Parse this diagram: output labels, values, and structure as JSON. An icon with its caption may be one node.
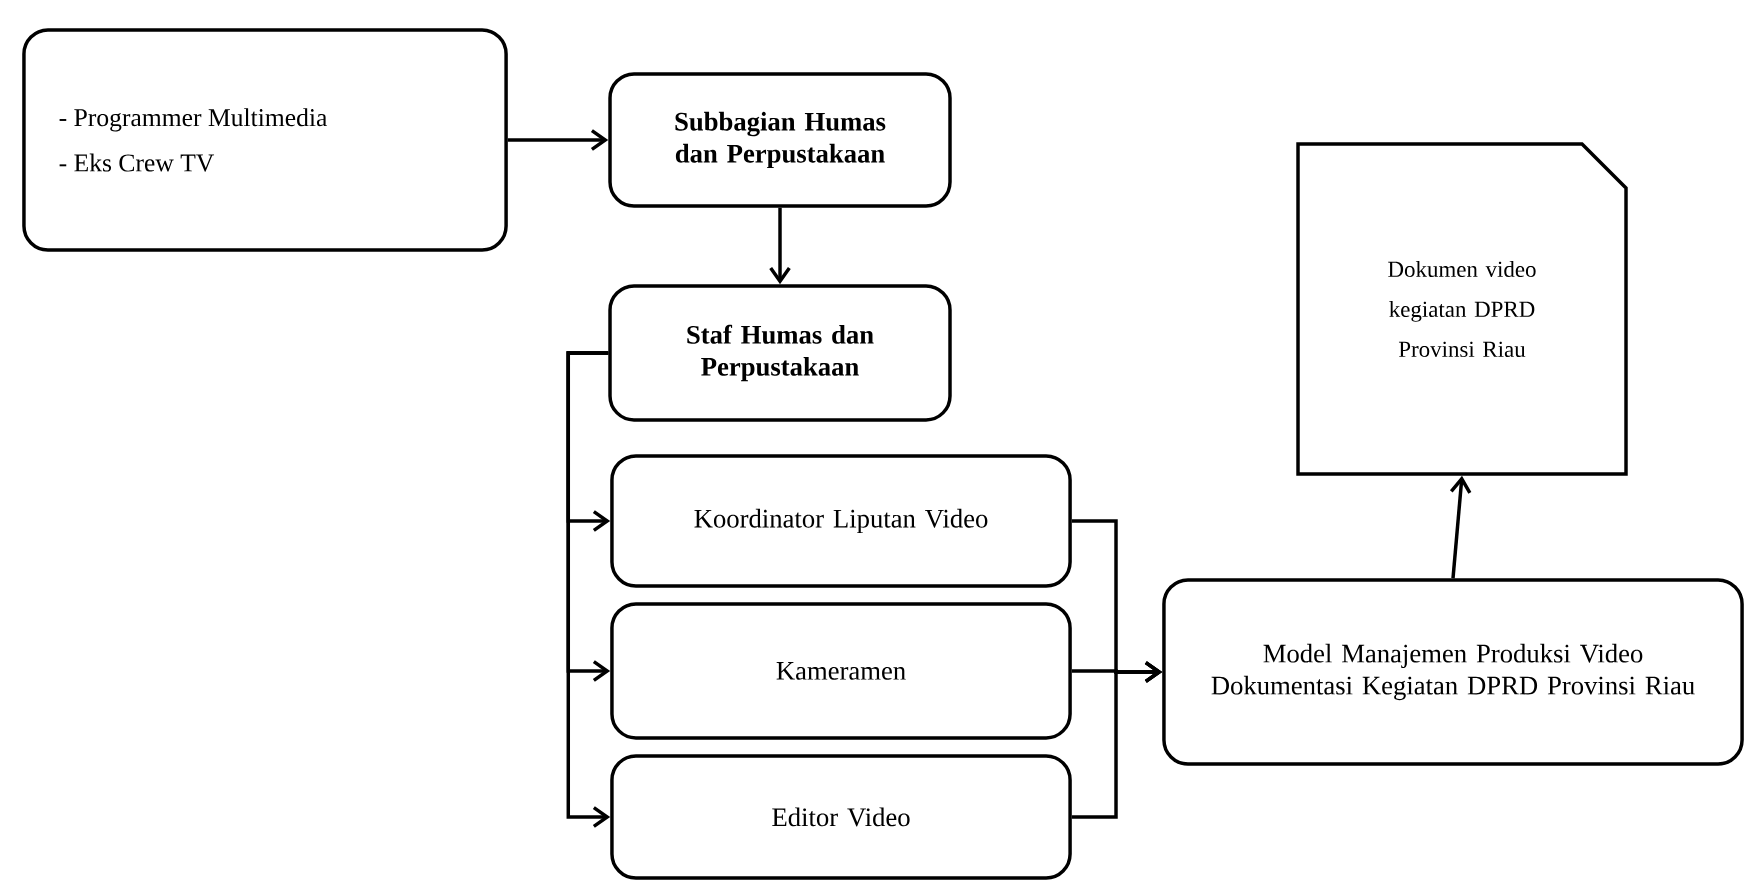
{
  "diagram": {
    "nodes": [
      {
        "text": [
          "- Programmer Multimedia",
          "- Eks Crew TV"
        ]
      },
      {
        "text": [
          "Subbagian Humas dan Perpustakaan"
        ]
      },
      {
        "text": [
          "Staf Humas dan Perpustakaan"
        ]
      },
      {
        "text": [
          "Koordinator Liputan Video"
        ]
      },
      {
        "text": [
          "Kameramen"
        ]
      },
      {
        "text": [
          "Editor Video"
        ]
      },
      {
        "text": [
          "Model Manajemen Produksi Video Dokumentasi Kegiatan DPRD Provinsi Riau"
        ]
      },
      {
        "text": [
          "Dokumen video kegiatan DPRD Provinsi Riau"
        ]
      }
    ],
    "edges": [
      {
        "from": 0,
        "to": 1,
        "arrow": "to"
      },
      {
        "from": 1,
        "to": 2,
        "arrow": "to"
      },
      {
        "from": 2,
        "to": 3,
        "arrow": "to"
      },
      {
        "from": 2,
        "to": 4,
        "arrow": "to"
      },
      {
        "from": 2,
        "to": 5,
        "arrow": "to"
      },
      {
        "from": 3,
        "to": 6,
        "arrow": "to"
      },
      {
        "from": 4,
        "to": 6,
        "arrow": "to"
      },
      {
        "from": 5,
        "to": 6,
        "arrow": "to"
      },
      {
        "from": 6,
        "to": 7,
        "arrow": "to"
      }
    ]
  }
}
